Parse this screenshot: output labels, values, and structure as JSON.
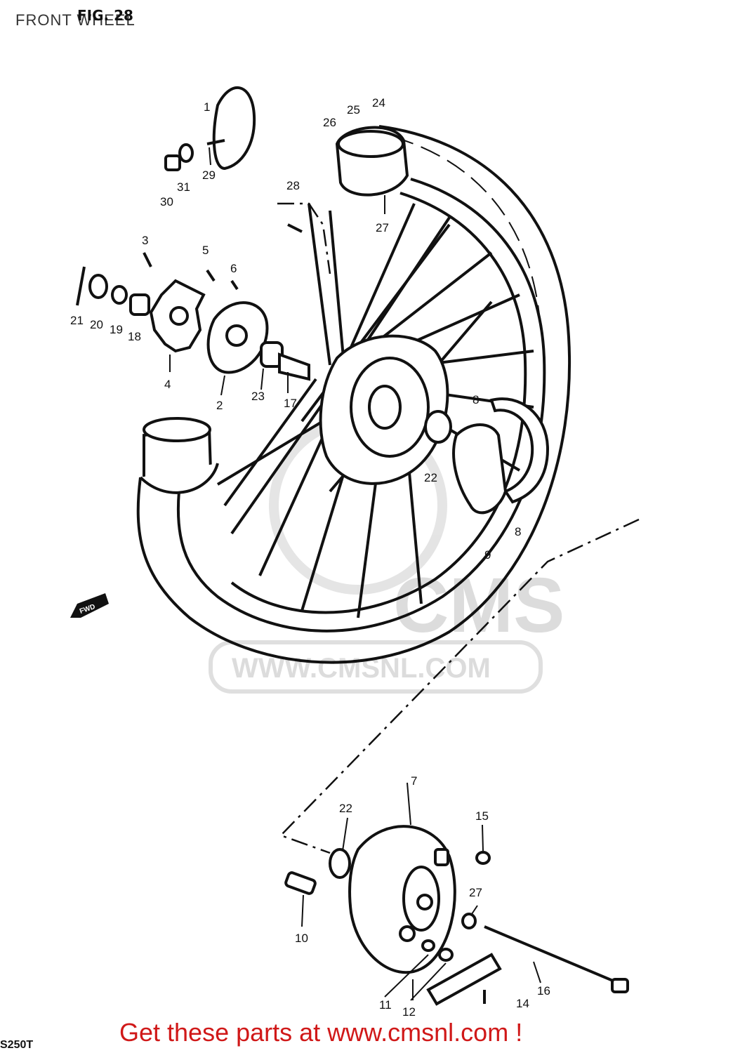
{
  "header": {
    "title": "FRONT WHEEL",
    "fig_label": "FIG. 28"
  },
  "model_code": "S250T",
  "watermark": {
    "logo": "CMS",
    "url": "WWW.CMSNL.COM"
  },
  "fwd_label": "FWD",
  "footer": {
    "cta": "Get these parts at www.cmsnl.com !",
    "color": "#d01818"
  },
  "callouts": [
    "1",
    "2",
    "3",
    "4",
    "5",
    "6",
    "7",
    "8",
    "8",
    "9",
    "10",
    "11",
    "12",
    "14",
    "15",
    "16",
    "17",
    "18",
    "19",
    "20",
    "21",
    "22",
    "22",
    "23",
    "24",
    "25",
    "26",
    "27",
    "27",
    "28",
    "29",
    "30",
    "31"
  ]
}
